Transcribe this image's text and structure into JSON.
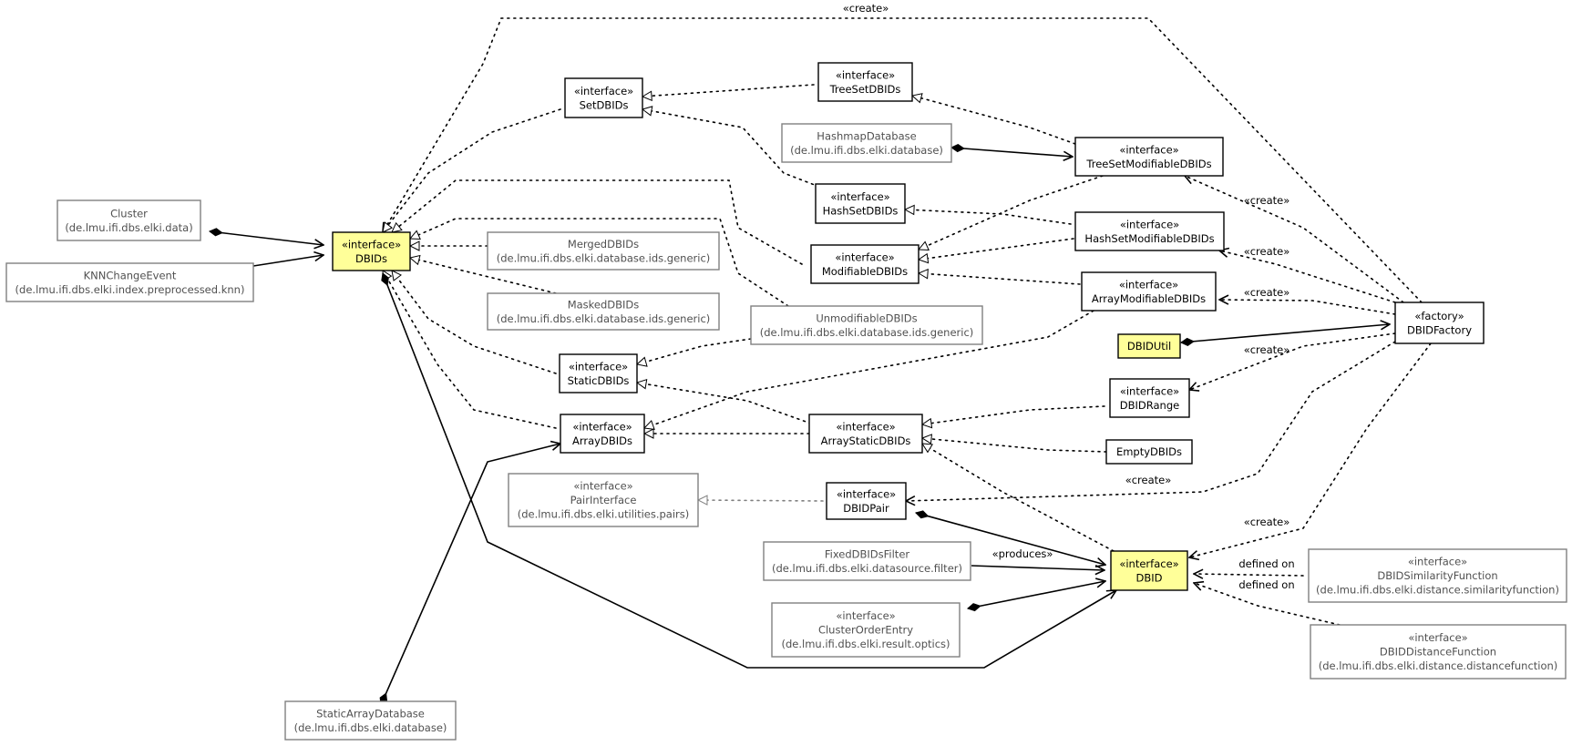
{
  "nodes": {
    "dbids": {
      "lines": [
        "«interface»",
        "DBIDs"
      ],
      "highlight": true,
      "external": false
    },
    "cluster": {
      "lines": [
        "Cluster",
        "(de.lmu.ifi.dbs.elki.data)"
      ],
      "highlight": false,
      "external": true
    },
    "knnchangeevent": {
      "lines": [
        "KNNChangeEvent",
        "(de.lmu.ifi.dbs.elki.index.preprocessed.knn)"
      ],
      "highlight": false,
      "external": true
    },
    "setdbids": {
      "lines": [
        "«interface»",
        "SetDBIDs"
      ],
      "highlight": false,
      "external": false
    },
    "treesetdbids": {
      "lines": [
        "«interface»",
        "TreeSetDBIDs"
      ],
      "highlight": false,
      "external": false
    },
    "hashmapdatabase": {
      "lines": [
        "HashmapDatabase",
        "(de.lmu.ifi.dbs.elki.database)"
      ],
      "highlight": false,
      "external": true
    },
    "treesetmodifiabledbids": {
      "lines": [
        "«interface»",
        "TreeSetModifiableDBIDs"
      ],
      "highlight": false,
      "external": false
    },
    "hashsetdbids": {
      "lines": [
        "«interface»",
        "HashSetDBIDs"
      ],
      "highlight": false,
      "external": false
    },
    "hashsetmodifiabledbids": {
      "lines": [
        "«interface»",
        "HashSetModifiableDBIDs"
      ],
      "highlight": false,
      "external": false
    },
    "mergeddbids": {
      "lines": [
        "MergedDBIDs",
        "(de.lmu.ifi.dbs.elki.database.ids.generic)"
      ],
      "highlight": false,
      "external": true
    },
    "modifiabledbids": {
      "lines": [
        "«interface»",
        "ModifiableDBIDs"
      ],
      "highlight": false,
      "external": false
    },
    "arraymodifiabledbids": {
      "lines": [
        "«interface»",
        "ArrayModifiableDBIDs"
      ],
      "highlight": false,
      "external": false
    },
    "maskeddbids": {
      "lines": [
        "MaskedDBIDs",
        "(de.lmu.ifi.dbs.elki.database.ids.generic)"
      ],
      "highlight": false,
      "external": true
    },
    "unmodifiabledbids": {
      "lines": [
        "UnmodifiableDBIDs",
        "(de.lmu.ifi.dbs.elki.database.ids.generic)"
      ],
      "highlight": false,
      "external": true
    },
    "dbidfactory": {
      "lines": [
        "«factory»",
        "DBIDFactory"
      ],
      "highlight": false,
      "external": false
    },
    "dbidutil": {
      "lines": [
        "DBIDUtil"
      ],
      "highlight": true,
      "external": false
    },
    "staticdbids": {
      "lines": [
        "«interface»",
        "StaticDBIDs"
      ],
      "highlight": false,
      "external": false
    },
    "dbidrange": {
      "lines": [
        "«interface»",
        "DBIDRange"
      ],
      "highlight": false,
      "external": false
    },
    "arraydbids": {
      "lines": [
        "«interface»",
        "ArrayDBIDs"
      ],
      "highlight": false,
      "external": false
    },
    "arraystaticdbids": {
      "lines": [
        "«interface»",
        "ArrayStaticDBIDs"
      ],
      "highlight": false,
      "external": false
    },
    "emptydbids": {
      "lines": [
        "EmptyDBIDs"
      ],
      "highlight": false,
      "external": false
    },
    "pairinterface": {
      "lines": [
        "«interface»",
        "PairInterface",
        "(de.lmu.ifi.dbs.elki.utilities.pairs)"
      ],
      "highlight": false,
      "external": true
    },
    "dbidpair": {
      "lines": [
        "«interface»",
        "DBIDPair"
      ],
      "highlight": false,
      "external": false
    },
    "fixeddbidsfilter": {
      "lines": [
        "FixedDBIDsFilter",
        "(de.lmu.ifi.dbs.elki.datasource.filter)"
      ],
      "highlight": false,
      "external": true
    },
    "dbid": {
      "lines": [
        "«interface»",
        "DBID"
      ],
      "highlight": true,
      "external": false
    },
    "dbidsimilarityfunction": {
      "lines": [
        "«interface»",
        "DBIDSimilarityFunction",
        "(de.lmu.ifi.dbs.elki.distance.similarityfunction)"
      ],
      "highlight": false,
      "external": true
    },
    "clusterorderentry": {
      "lines": [
        "«interface»",
        "ClusterOrderEntry",
        "(de.lmu.ifi.dbs.elki.result.optics)"
      ],
      "highlight": false,
      "external": true
    },
    "dbiddistancefunction": {
      "lines": [
        "«interface»",
        "DBIDDistanceFunction",
        "(de.lmu.ifi.dbs.elki.distance.distancefunction)"
      ],
      "highlight": false,
      "external": true
    },
    "staticarraydatabase": {
      "lines": [
        "StaticArrayDatabase",
        "(de.lmu.ifi.dbs.elki.database)"
      ],
      "highlight": false,
      "external": true
    }
  },
  "edges": [
    {
      "from": "dbidfactory",
      "to": "dbids",
      "kind": "dependency",
      "label": "«create»"
    },
    {
      "from": "cluster",
      "to": "dbids",
      "kind": "composition",
      "label": ""
    },
    {
      "from": "knnchangeevent",
      "to": "dbids",
      "kind": "association",
      "label": ""
    },
    {
      "from": "setdbids",
      "to": "dbids",
      "kind": "realization",
      "label": ""
    },
    {
      "from": "modifiabledbids",
      "to": "dbids",
      "kind": "realization",
      "label": ""
    },
    {
      "from": "unmodifiabledbids",
      "to": "dbids",
      "kind": "realization",
      "label": ""
    },
    {
      "from": "mergeddbids",
      "to": "dbids",
      "kind": "realization",
      "label": ""
    },
    {
      "from": "maskeddbids",
      "to": "dbids",
      "kind": "realization",
      "label": ""
    },
    {
      "from": "staticdbids",
      "to": "dbids",
      "kind": "realization",
      "label": ""
    },
    {
      "from": "arraydbids",
      "to": "dbids",
      "kind": "realization",
      "label": ""
    },
    {
      "from": "dbids",
      "to": "dbid",
      "kind": "composition",
      "label": ""
    },
    {
      "from": "treesetdbids",
      "to": "setdbids",
      "kind": "realization",
      "label": ""
    },
    {
      "from": "hashsetdbids",
      "to": "setdbids",
      "kind": "realization",
      "label": ""
    },
    {
      "from": "treesetmodifiabledbids",
      "to": "treesetdbids",
      "kind": "realization",
      "label": ""
    },
    {
      "from": "hashmapdatabase",
      "to": "treesetmodifiabledbids",
      "kind": "composition",
      "label": ""
    },
    {
      "from": "dbidfactory",
      "to": "treesetmodifiabledbids",
      "kind": "dependency",
      "label": "«create»"
    },
    {
      "from": "treesetmodifiabledbids",
      "to": "modifiabledbids",
      "kind": "realization",
      "label": ""
    },
    {
      "from": "hashsetmodifiabledbids",
      "to": "hashsetdbids",
      "kind": "realization",
      "label": ""
    },
    {
      "from": "hashsetmodifiabledbids",
      "to": "modifiabledbids",
      "kind": "realization",
      "label": ""
    },
    {
      "from": "dbidfactory",
      "to": "hashsetmodifiabledbids",
      "kind": "dependency",
      "label": "«create»"
    },
    {
      "from": "arraymodifiabledbids",
      "to": "modifiabledbids",
      "kind": "realization",
      "label": ""
    },
    {
      "from": "arraymodifiabledbids",
      "to": "arraydbids",
      "kind": "realization",
      "label": ""
    },
    {
      "from": "dbidfactory",
      "to": "arraymodifiabledbids",
      "kind": "dependency",
      "label": "«create»"
    },
    {
      "from": "unmodifiabledbids",
      "to": "staticdbids",
      "kind": "realization",
      "label": ""
    },
    {
      "from": "dbidutil",
      "to": "dbidfactory",
      "kind": "composition",
      "label": ""
    },
    {
      "from": "dbidfactory",
      "to": "dbidrange",
      "kind": "dependency",
      "label": "«create»"
    },
    {
      "from": "arraystaticdbids",
      "to": "staticdbids",
      "kind": "realization",
      "label": ""
    },
    {
      "from": "arraystaticdbids",
      "to": "arraydbids",
      "kind": "realization",
      "label": ""
    },
    {
      "from": "dbidrange",
      "to": "arraystaticdbids",
      "kind": "realization",
      "label": ""
    },
    {
      "from": "emptydbids",
      "to": "arraystaticdbids",
      "kind": "realization",
      "label": ""
    },
    {
      "from": "dbid",
      "to": "arraystaticdbids",
      "kind": "realization",
      "label": ""
    },
    {
      "from": "dbidfactory",
      "to": "dbidpair",
      "kind": "dependency",
      "label": "«create»"
    },
    {
      "from": "dbidpair",
      "to": "pairinterface",
      "kind": "realization-external",
      "label": ""
    },
    {
      "from": "dbidpair",
      "to": "dbid",
      "kind": "composition",
      "label": ""
    },
    {
      "from": "fixeddbidsfilter",
      "to": "dbid",
      "kind": "association",
      "label": "«produces»"
    },
    {
      "from": "clusterorderentry",
      "to": "dbid",
      "kind": "composition",
      "label": ""
    },
    {
      "from": "dbidfactory",
      "to": "dbid",
      "kind": "dependency",
      "label": "«create»"
    },
    {
      "from": "dbidsimilarityfunction",
      "to": "dbid",
      "kind": "dependency",
      "label": "defined on"
    },
    {
      "from": "dbiddistancefunction",
      "to": "dbid",
      "kind": "dependency",
      "label": "defined on"
    },
    {
      "from": "staticarraydatabase",
      "to": "arraydbids",
      "kind": "composition",
      "label": ""
    }
  ],
  "colors": {
    "highlight_fill": "#ffff99",
    "node_fill": "#ffffff",
    "node_stroke": "#000000",
    "external_stroke": "#808080",
    "external_text": "#505050",
    "edge": "#000000",
    "external_edge": "#808080"
  }
}
